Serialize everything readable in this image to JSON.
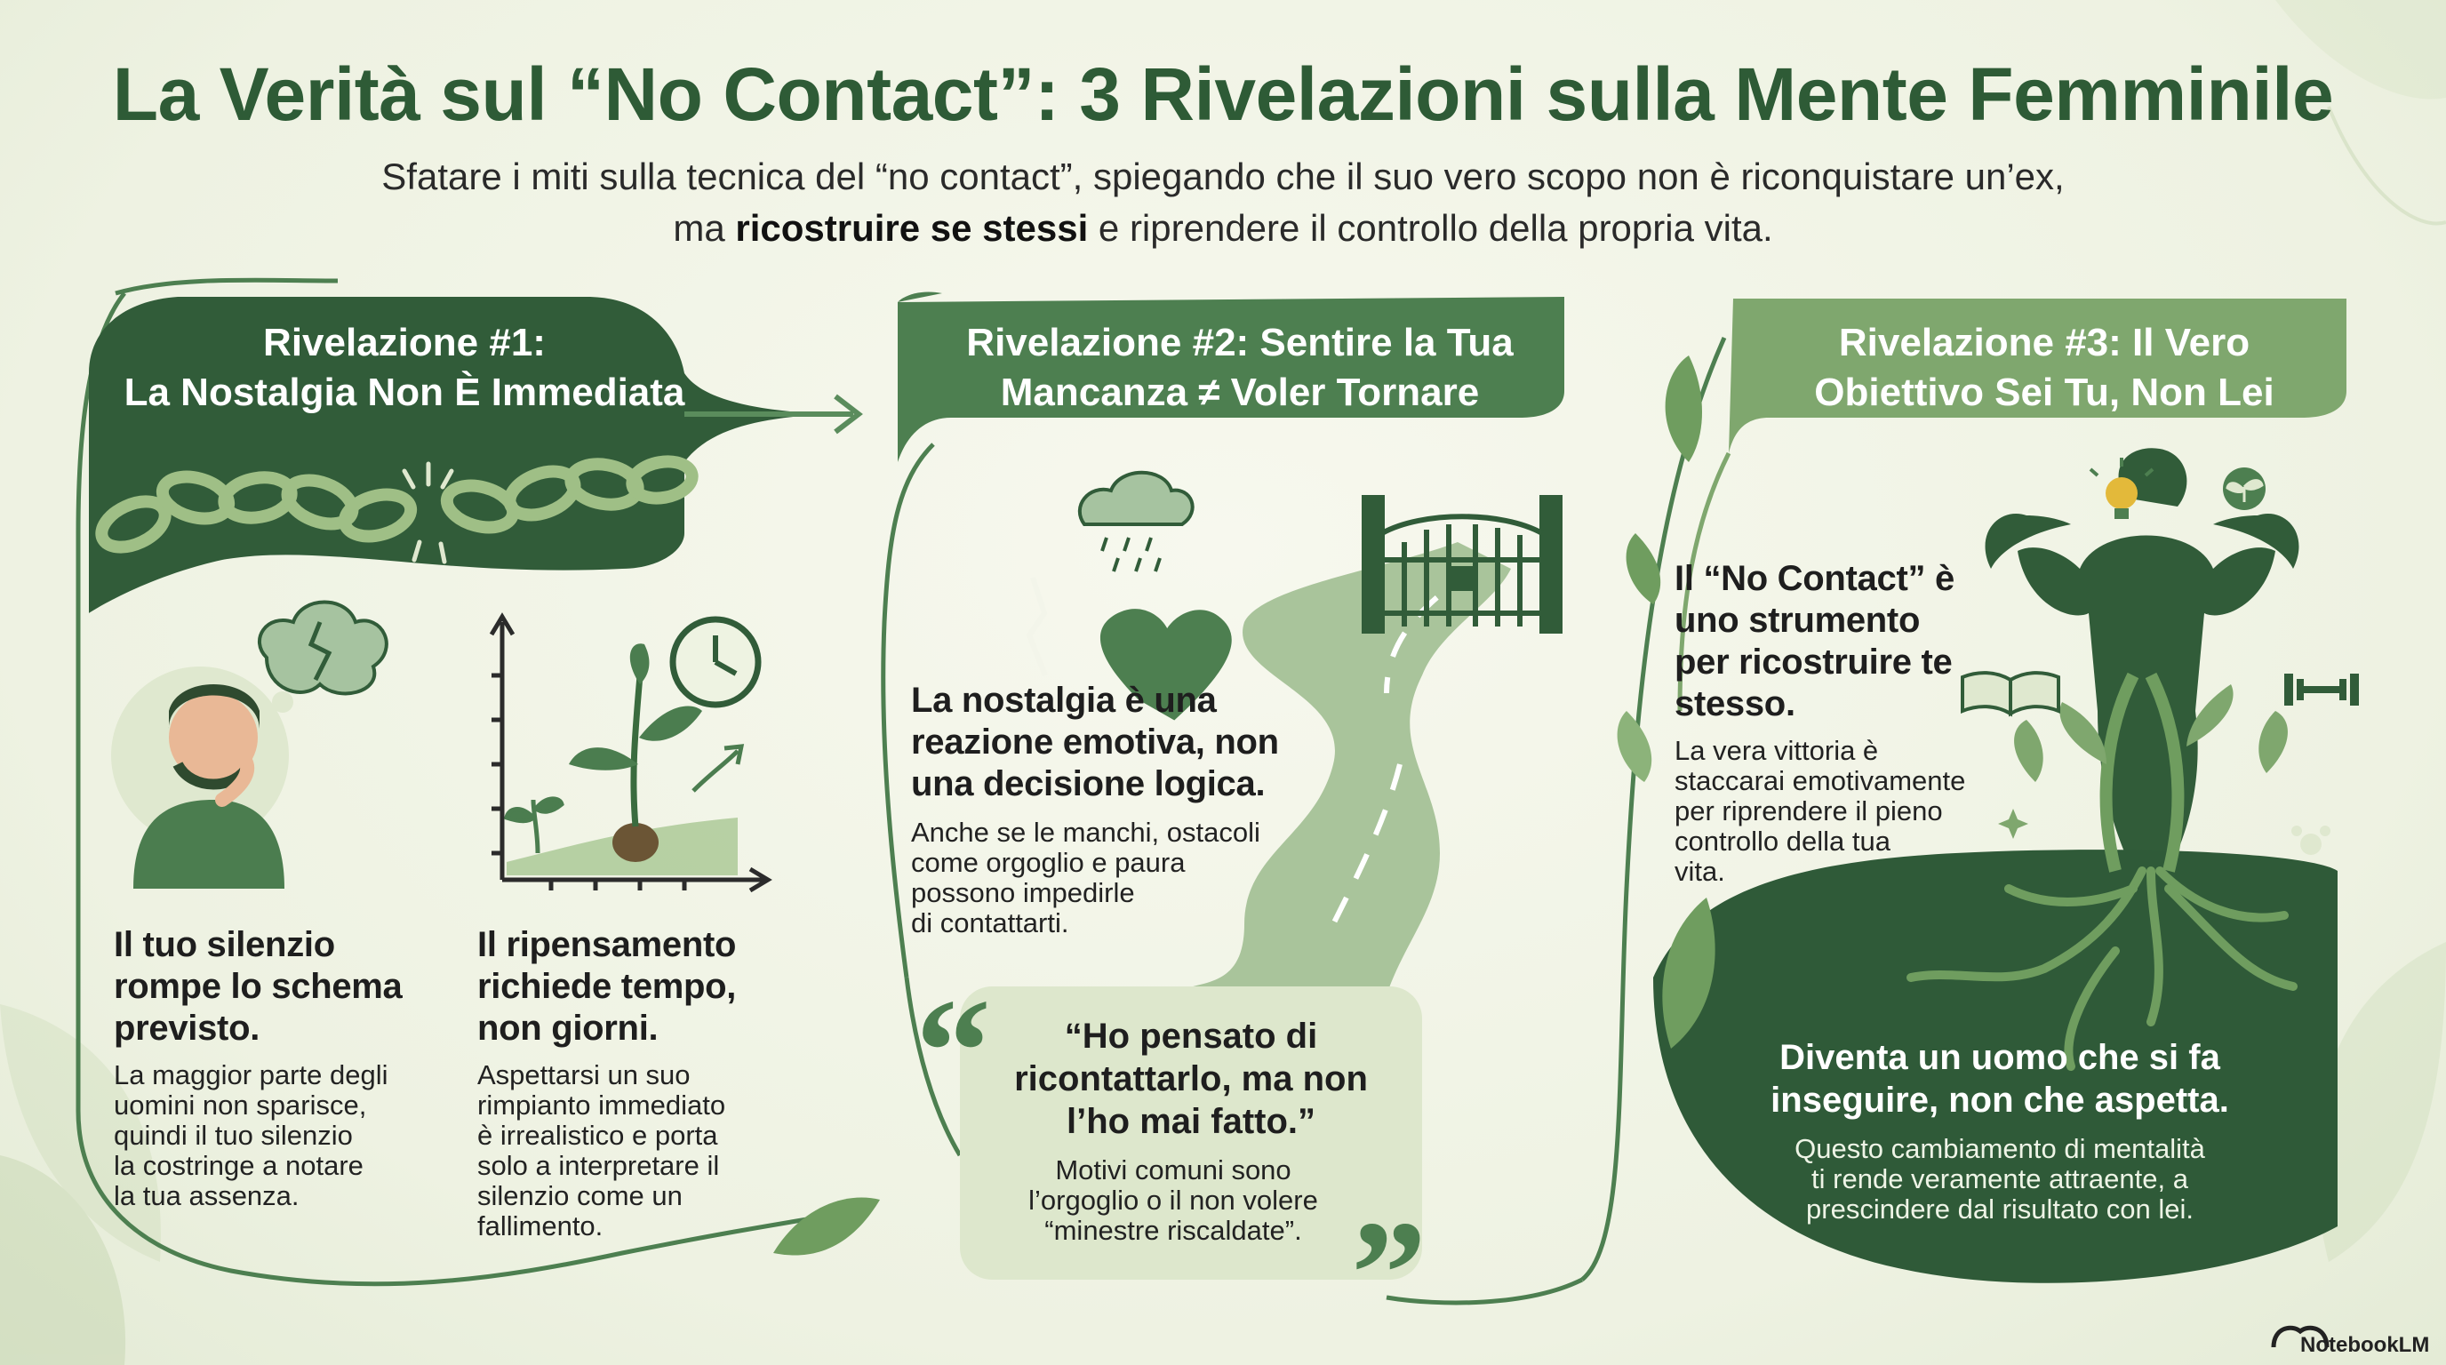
{
  "header": {
    "title": "La Verità sul “No Contact”: 3 Rivelazioni sulla Mente Femminile",
    "subtitle_line1": "Sfatare i miti sulla tecnica del “no contact”, spiegando che il suo vero scopo non è riconquistare un’ex,",
    "subtitle_line2_pre": "ma ",
    "subtitle_line2_bold": "ricostruire se stessi",
    "subtitle_line2_post": " e riprendere il controllo della propria vita."
  },
  "revelation1": {
    "banner_line1": "Rivelazione #1:",
    "banner_line2": "La Nostalgia Non È Immediata",
    "left": {
      "heading": [
        "Il tuo silenzio",
        "rompe lo schema",
        "previsto."
      ],
      "body": [
        "La maggior parte degli",
        "uomini non sparisce,",
        "quindi il tuo silenzio",
        "la costringe a notare",
        "la tua assenza."
      ]
    },
    "right": {
      "heading": [
        "Il ripensamento",
        "richiede tempo,",
        "non giorni."
      ],
      "body": [
        "Aspettarsi un suo",
        "rimpianto immediato",
        "è irrealistico e porta",
        "solo a interpretare il",
        "silenzio come un",
        "fallimento."
      ]
    }
  },
  "revelation2": {
    "banner_line1": "Rivelazione #2: Sentire la Tua",
    "banner_line2": "Mancanza ≠ Voler Tornare",
    "heading": [
      "La nostalgia è una",
      "reazione emotiva, non",
      "una decisione logica."
    ],
    "body": [
      "Anche se le manchi, ostacoli",
      "come orgoglio e paura",
      "possono impedirle",
      "di contattarti."
    ],
    "quote": [
      "“Ho pensato di",
      "ricontattarlo, ma non",
      "l’ho mai fatto.”"
    ],
    "quote_note": [
      "Motivi comuni sono",
      "l’orgoglio o il non volere",
      "“minestre riscaldate”."
    ]
  },
  "revelation3": {
    "banner_line1": "Rivelazione #3: Il Vero",
    "banner_line2": "Obiettivo Sei Tu, Non Lei",
    "heading": [
      "Il “No Contact” è",
      "uno strumento",
      "per ricostruire te",
      "stesso."
    ],
    "body": [
      "La vera vittoria è",
      "staccarai emotivamente",
      "per riprendere il pieno",
      "controllo della tua",
      "vita."
    ],
    "bottom_heading": [
      "Diventa un uomo che si fa",
      "inseguire, non che aspetta."
    ],
    "bottom_body": [
      "Questo cambiamento di mentalità",
      "ti rende veramente attraente, a",
      "prescindere dal risultato con lei."
    ]
  },
  "footer": {
    "brand": "NotebookLM"
  },
  "colors": {
    "dark_green": "#2f5a38",
    "mid_green": "#4b7d4f",
    "light_green": "#7ea66d",
    "pale_green": "#dfe8cf",
    "background": "#f3f5ea"
  }
}
